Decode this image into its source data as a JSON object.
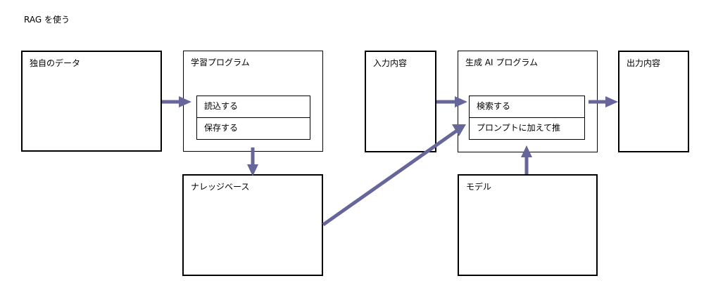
{
  "title": "RAG を使う",
  "arrow_color": "#66669a",
  "nodes": {
    "own_data": "独自のデータ",
    "learning_program": "学習プログラム",
    "read": "読込する",
    "save": "保存する",
    "knowledge_base": "ナレッジベース",
    "input": "入力内容",
    "gen_ai_program": "生成 AI プログラム",
    "search": "検索する",
    "add_to_prompt": "プロンプトに加えて推",
    "model": "モデル",
    "output": "出力内容"
  }
}
